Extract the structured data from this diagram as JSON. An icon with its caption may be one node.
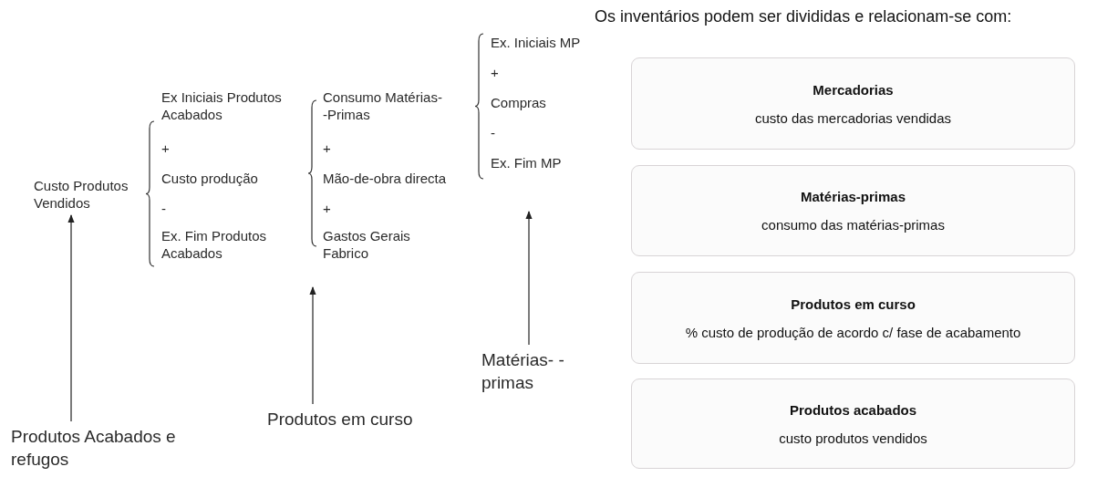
{
  "diagram": {
    "title": "Os inventários podem ser divididas e relacionam-se com:",
    "nodes": [
      {
        "text": [
          "Custo Produtos Vendidos"
        ]
      },
      {
        "text": [
          "Produtos Acabados e refugos"
        ]
      },
      {
        "text": [
          "Produtos em curso"
        ]
      },
      {
        "text": [
          "Matérias- -primas"
        ]
      },
      {
        "text": [
          "Mercadorias",
          "custo das mercadorias vendidas"
        ]
      },
      {
        "text": [
          "Matérias-primas",
          "consumo das matérias-primas"
        ]
      },
      {
        "text": [
          "Produtos em curso",
          "% custo de produção de acordo c/ fase de acabamento"
        ]
      },
      {
        "text": [
          "Produtos acabados",
          "custo produtos vendidos"
        ]
      }
    ],
    "edges": [
      {
        "from": 1,
        "to": 0,
        "arrow": "to"
      },
      {
        "from": 2,
        "to": null,
        "arrow": "to"
      },
      {
        "from": 3,
        "to": null,
        "arrow": "to"
      }
    ],
    "labels": [
      "Ex Iniciais Produtos Acabados",
      "+",
      "Custo produção",
      "-",
      "Ex. Fim Produtos Acabados",
      "Consumo Matérias- -Primas",
      "+",
      "Mão-de-obra directa",
      "+",
      "Gastos Gerais Fabrico",
      "Ex. Iniciais MP",
      "+",
      "Compras",
      "-",
      "Ex. Fim MP"
    ]
  }
}
